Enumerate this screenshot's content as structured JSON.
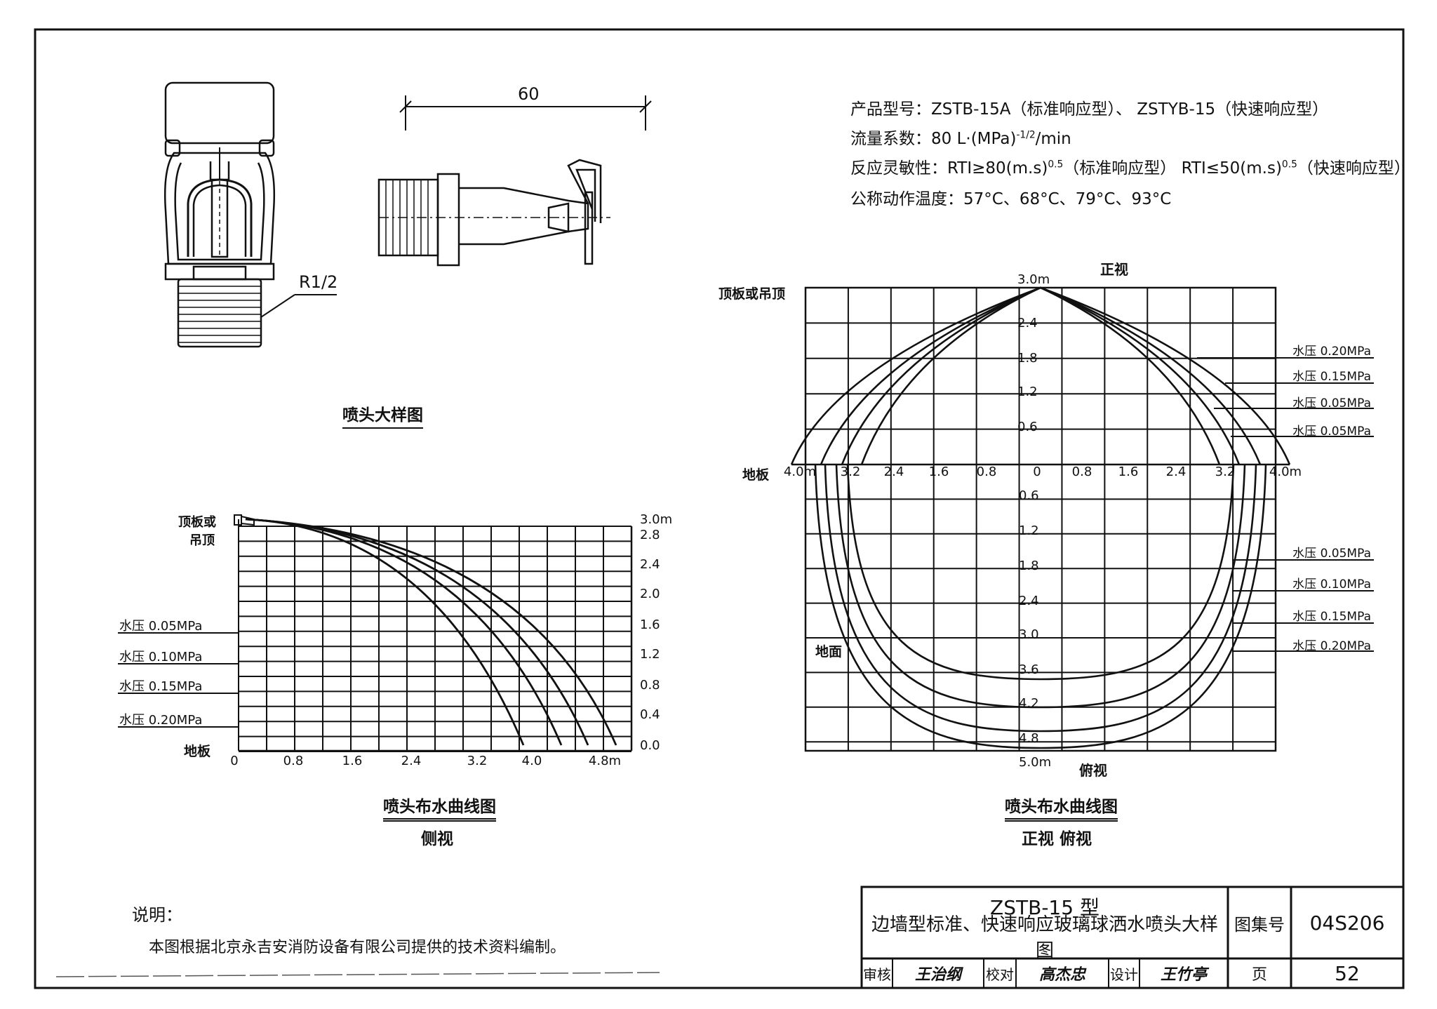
{
  "specs": {
    "model": "产品型号：ZSTB-15A（标准响应型）、  ZSTYB-15（快速响应型）",
    "flow_prefix": "流量系数：80 L·(MPa)",
    "flow_exp": "-1/2",
    "flow_suffix": "/min",
    "rti_prefix": "反应灵敏性：RTI≥80(m.s)",
    "rti_exp1": "0.5",
    "rti_mid": "（标准响应型）  RTI≤50(m.s)",
    "rti_exp2": "0.5",
    "rti_suffix": "（快速响应型）",
    "temp": "公称动作温度：57°C、68°C、79°C、93°C"
  },
  "detail": {
    "dim": "60",
    "thread": "R1/2",
    "title": "喷头大样图"
  },
  "side_chart": {
    "top_label_1": "顶板或",
    "top_label_2": "吊顶",
    "floor_label": "地板",
    "title": "喷头布水曲线图",
    "subtitle": "侧视",
    "x_ticks": [
      "0",
      "0.8",
      "1.6",
      "2.4",
      "3.2",
      "4.0",
      "4.8m"
    ],
    "y_ticks": [
      "3.0m",
      "2.8",
      "2.4",
      "2.0",
      "1.6",
      "1.2",
      "0.8",
      "0.4",
      "0.0"
    ],
    "pressure_labels": [
      "水压 0.05MPa",
      "水压 0.10MPa",
      "水压 0.15MPa",
      "水压 0.20MPa"
    ]
  },
  "front_chart": {
    "front_label": "正视",
    "plan_label": "俯视",
    "ceiling_label": "顶板或吊顶",
    "floor_label": "地板",
    "ground_label": "地面",
    "title": "喷头布水曲线图",
    "subtitle": "正视 俯视",
    "x_ticks": [
      "4.0m",
      "3.2",
      "2.4",
      "1.6",
      "0.8",
      "0",
      "0.8",
      "1.6",
      "2.4",
      "3.2",
      "4.0m"
    ],
    "upper_y_ticks": [
      "3.0m",
      "2.4",
      "1.8",
      "1.2",
      "0.6"
    ],
    "lower_y_ticks": [
      "0.6",
      "1.2",
      "1.8",
      "2.4",
      "3.0",
      "3.6",
      "4.2",
      "4.8",
      "5.0m"
    ],
    "upper_pressure_labels": [
      "水压 0.20MPa",
      "水压 0.15MPa",
      "水压 0.05MPa",
      "水压 0.05MPa"
    ],
    "lower_pressure_labels": [
      "水压 0.05MPa",
      "水压 0.10MPa",
      "水压 0.15MPa",
      "水压 0.20MPa"
    ]
  },
  "notes": {
    "heading": "说明：",
    "text": "本图根据北京永吉安消防设备有限公司提供的技术资料编制。"
  },
  "title_block": {
    "title_line1": "ZSTB-15 型",
    "title_line2": "边墙型标准、快速响应玻璃球洒水喷头大样图",
    "atlas_label": "图集号",
    "atlas_no": "04S206",
    "review_label": "审核",
    "review_sig": "王治纲",
    "check_label": "校对",
    "check_sig": "高杰忠",
    "design_label": "设计",
    "design_sig": "王竹亭",
    "page_label": "页",
    "page_no": "52"
  }
}
